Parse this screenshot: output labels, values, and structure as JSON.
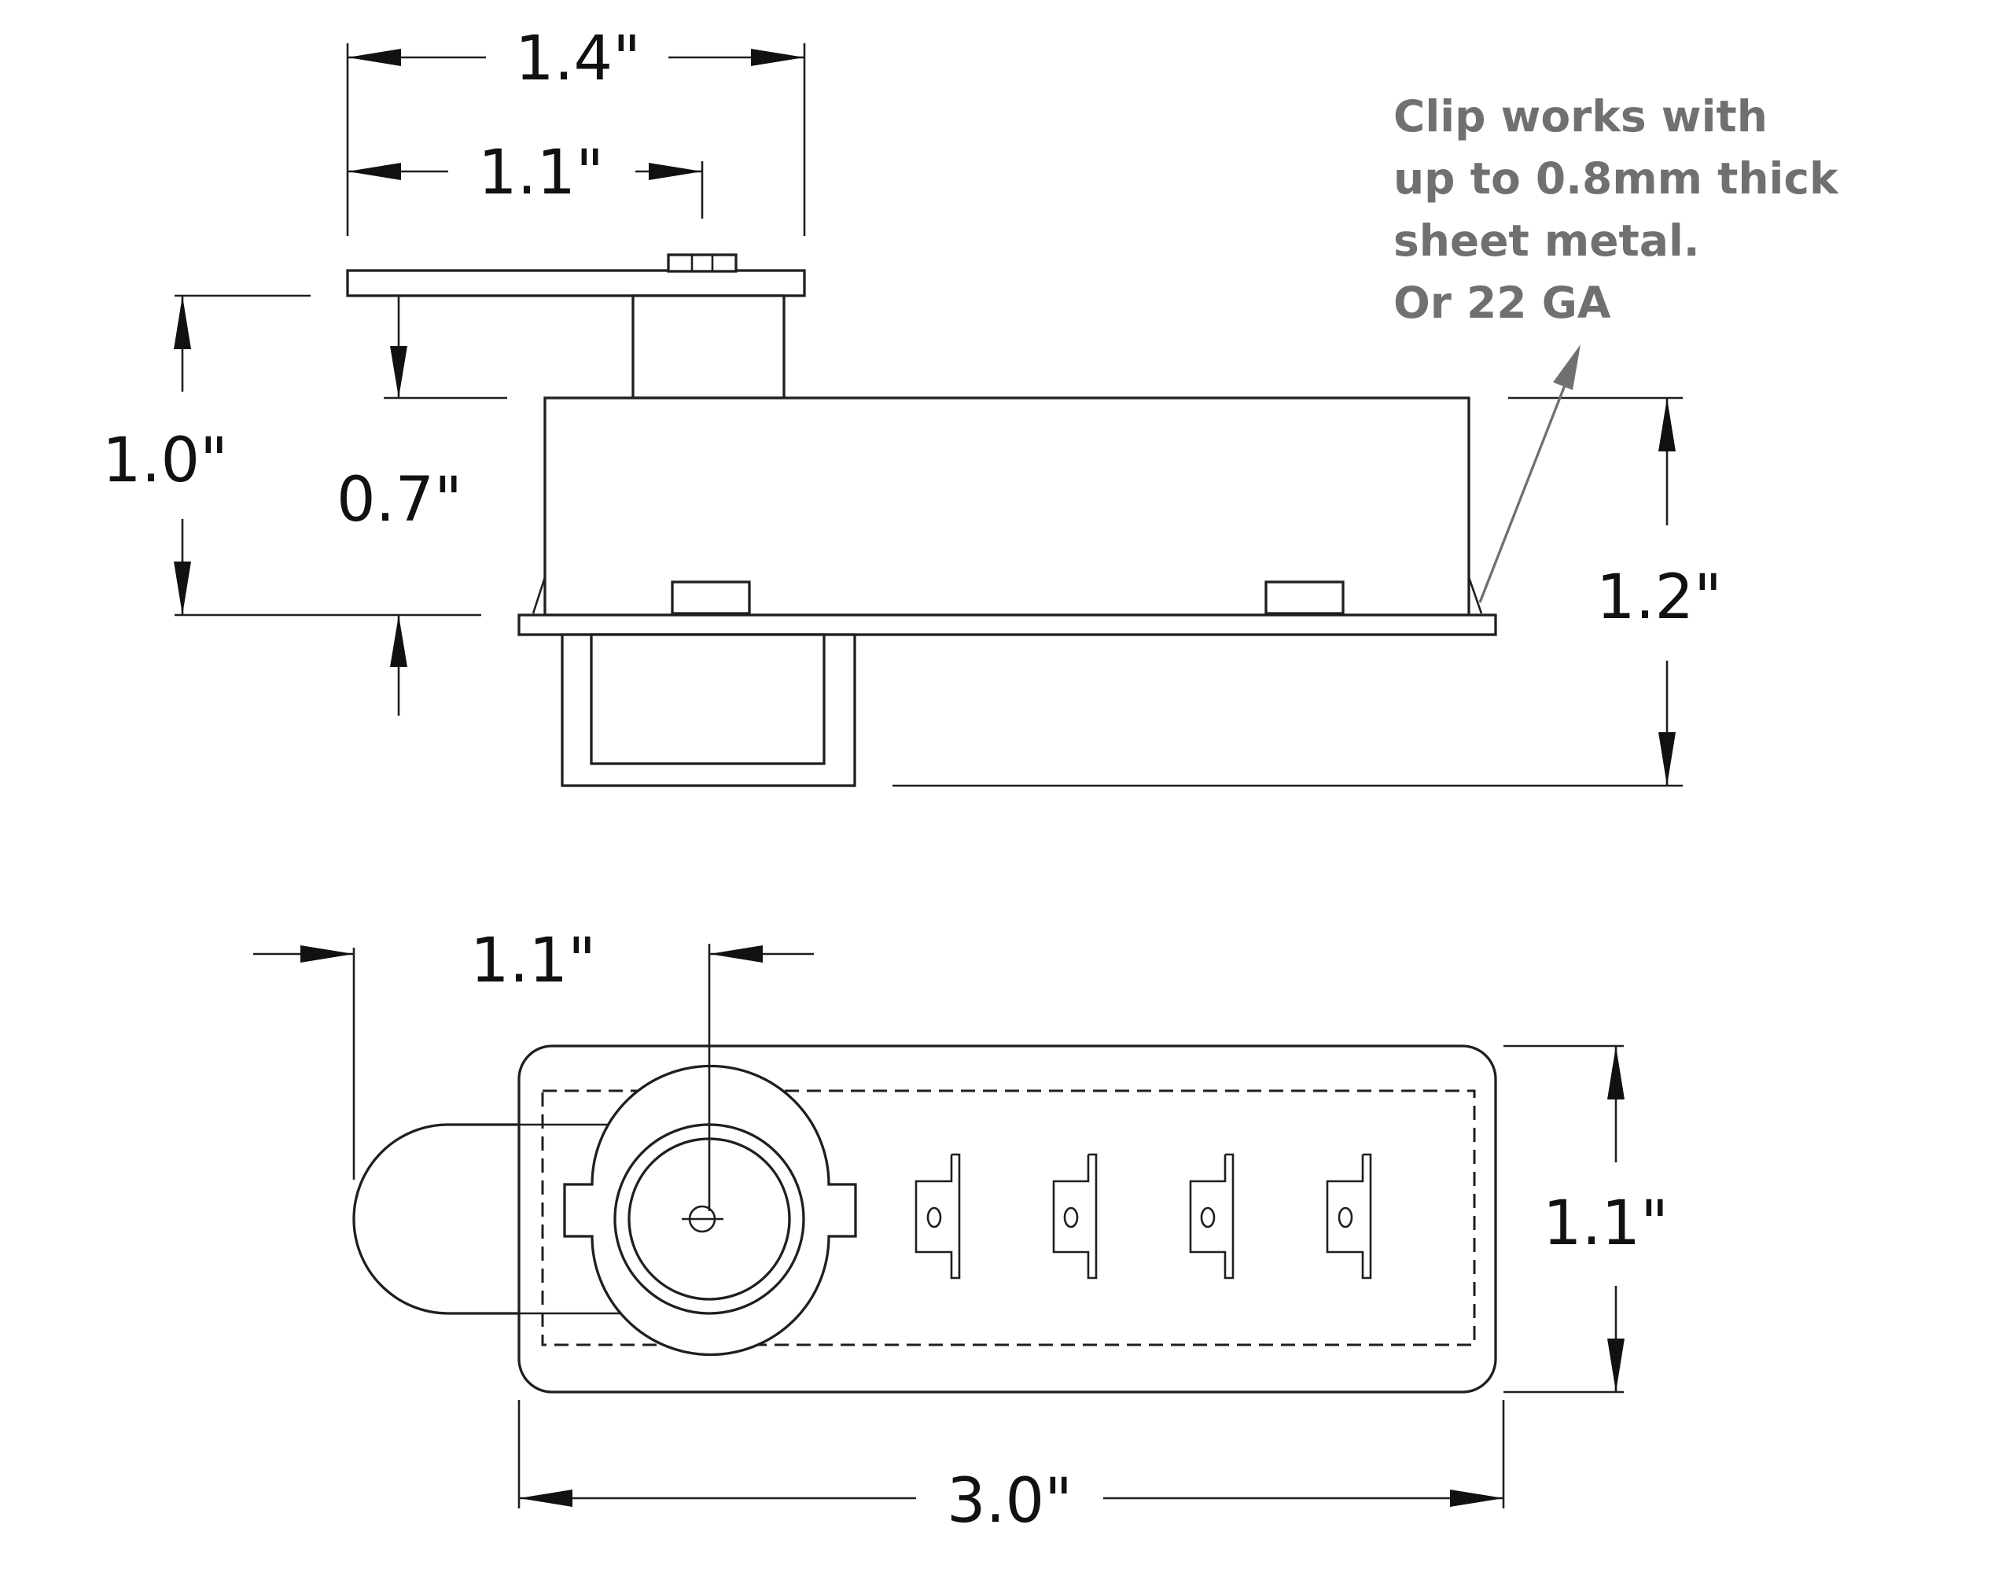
{
  "dimensions": {
    "side_overall_width": "1.4\"",
    "side_clip_width": "1.1\"",
    "side_height_left": "1.0\"",
    "side_height_inner": "0.7\"",
    "side_height_right": "1.2\"",
    "top_offset": "1.1\"",
    "top_height": "1.1\"",
    "top_length": "3.0\""
  },
  "note": {
    "lines": [
      "Clip works with",
      "up to 0.8mm thick",
      "sheet metal.",
      "Or 22 GA"
    ]
  },
  "colors": {
    "line": "#1f1f1f",
    "note": "#707070"
  }
}
